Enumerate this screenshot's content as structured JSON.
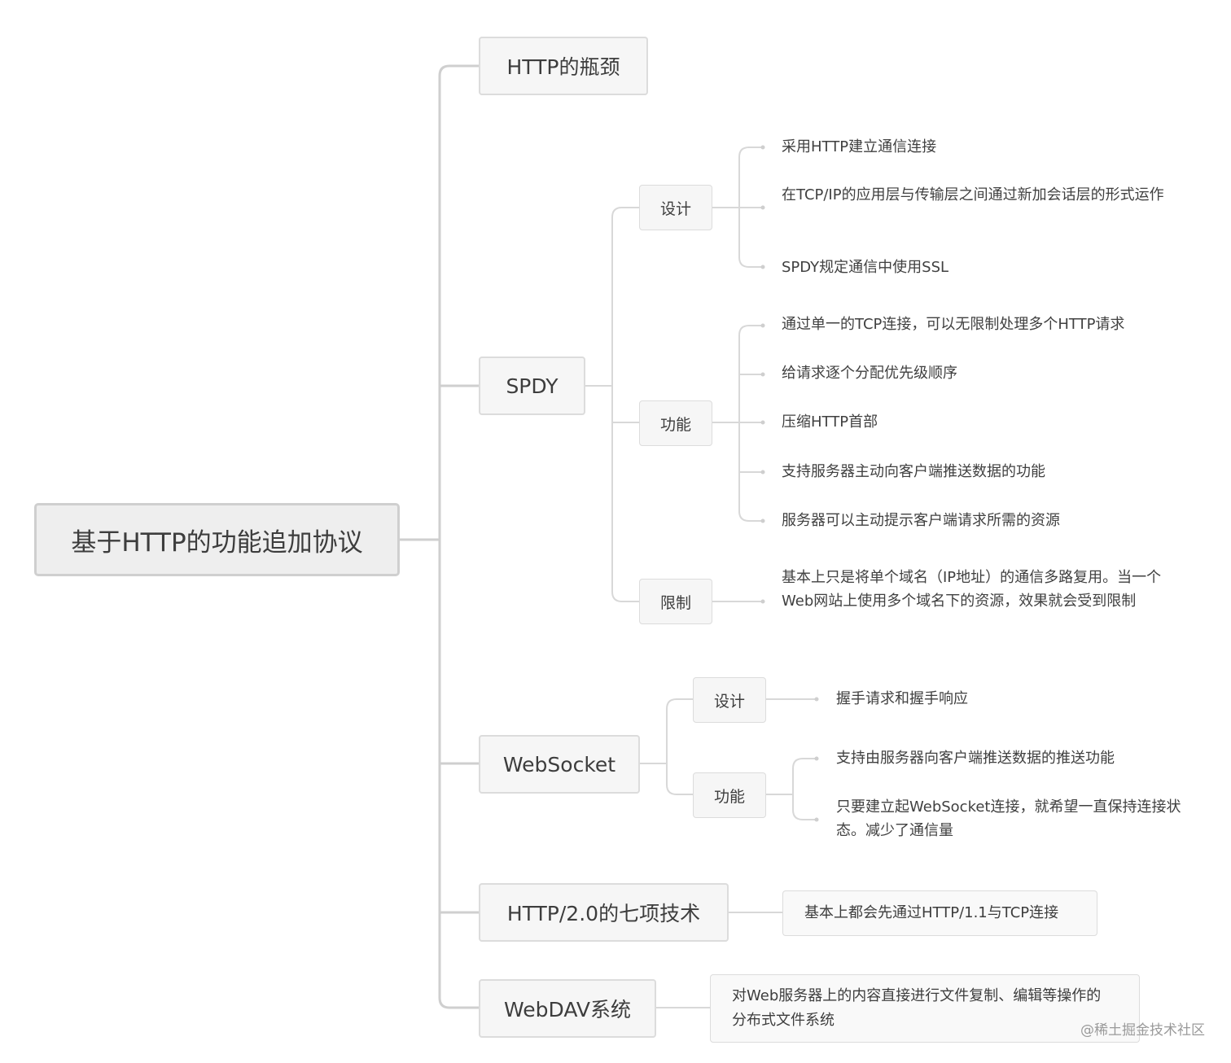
{
  "root": {
    "label": "基于HTTP的功能追加协议"
  },
  "branches": [
    {
      "label": "HTTP的瓶颈"
    },
    {
      "label": "SPDY",
      "children": [
        {
          "label": "设计",
          "leaves": [
            "采用HTTP建立通信连接",
            "在TCP/IP的应用层与传输层之间通过新加会话层的形式运作",
            "SPDY规定通信中使用SSL"
          ]
        },
        {
          "label": "功能",
          "leaves": [
            "通过单一的TCP连接，可以无限制处理多个HTTP请求",
            "给请求逐个分配优先级顺序",
            "压缩HTTP首部",
            "支持服务器主动向客户端推送数据的功能",
            "服务器可以主动提示客户端请求所需的资源"
          ]
        },
        {
          "label": "限制",
          "leaves": [
            "基本上只是将单个域名（IP地址）的通信多路复用。当一个Web网站上使用多个域名下的资源，效果就会受到限制"
          ]
        }
      ]
    },
    {
      "label": "WebSocket",
      "children": [
        {
          "label": "设计",
          "leaves": [
            "握手请求和握手响应"
          ]
        },
        {
          "label": "功能",
          "leaves": [
            "支持由服务器向客户端推送数据的推送功能",
            "只要建立起WebSocket连接，就希望一直保持连接状态。减少了通信量"
          ]
        }
      ]
    },
    {
      "label": "HTTP/2.0的七项技术",
      "note": "基本上都会先通过HTTP/1.1与TCP连接"
    },
    {
      "label": "WebDAV系统",
      "note": "对Web服务器上的内容直接进行文件复制、编辑等操作的分布式文件系统"
    }
  ],
  "watermark": "@稀土掘金技术社区",
  "colors": {
    "line": "#cfcfcf",
    "node_bg": "#f6f6f6",
    "node_border": "#dcdcdc",
    "text": "#3d3d3d"
  }
}
